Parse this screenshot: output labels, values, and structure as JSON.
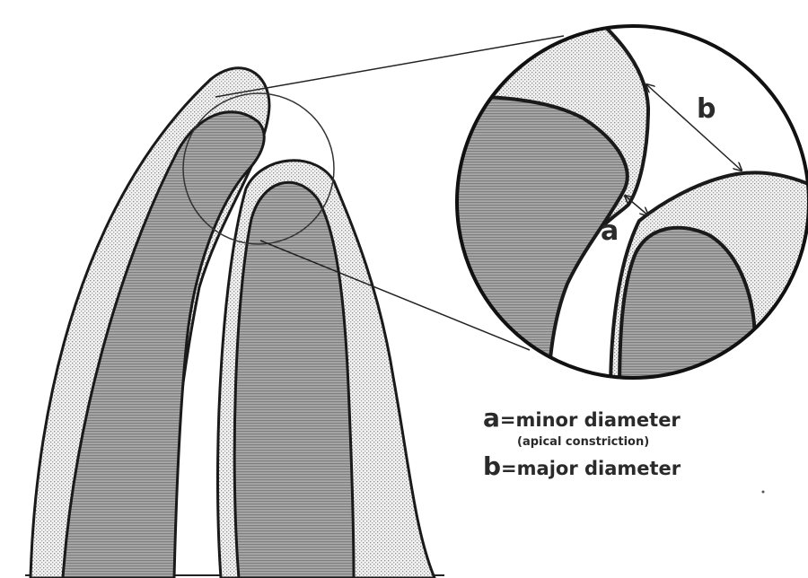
{
  "labels": {
    "a": "a",
    "b": "b"
  },
  "legend": {
    "a_letter": "a",
    "a_text": "=minor diameter",
    "a_note": "(apical constriction)",
    "b_letter": "b",
    "b_text": "=major diameter"
  }
}
